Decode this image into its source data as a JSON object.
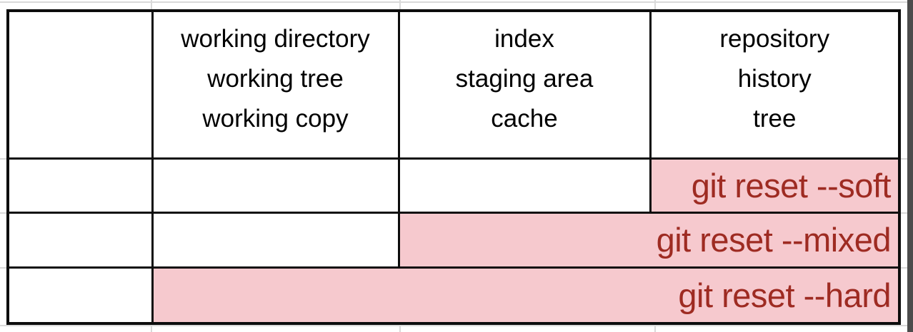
{
  "table": {
    "header_cells": [
      {
        "lines": []
      },
      {
        "lines": [
          "working directory",
          "working tree",
          "working copy"
        ]
      },
      {
        "lines": [
          "index",
          "staging area",
          "cache"
        ]
      },
      {
        "lines": [
          "repository",
          "history",
          "tree"
        ]
      }
    ],
    "rows": [
      {
        "command": "git reset --soft"
      },
      {
        "command": "git reset --mixed"
      },
      {
        "command": "git reset --hard"
      }
    ]
  },
  "colors": {
    "highlight_background": "#f6c9ce",
    "command_text": "#9e2b22",
    "table_border": "#0d0d0d",
    "sheet_gridline": "#d9d9d9",
    "window_edge": "#4c4c4c"
  }
}
